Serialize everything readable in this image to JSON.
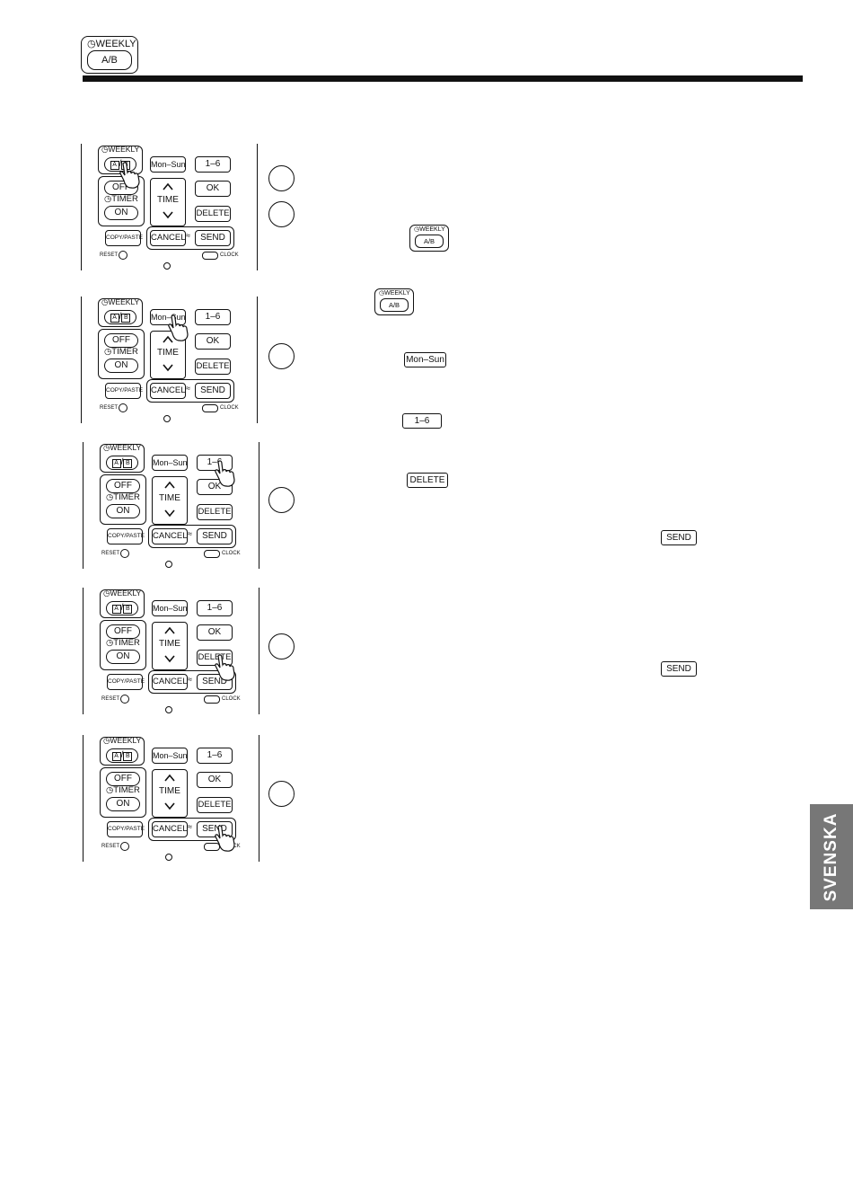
{
  "header": {
    "icon": {
      "label": "WEEKLY",
      "sub": "A/B",
      "glyph": "clock-icon"
    }
  },
  "remote_labels": {
    "weekly": "WEEKLY",
    "ab": "A/B",
    "a": "A",
    "b": "B",
    "mon_sun": "Mon–Sun",
    "one_six": "1–6",
    "off": "OFF",
    "timer": "TIMER",
    "on": "ON",
    "time": "TIME",
    "ok": "OK",
    "delete": "DELETE",
    "copy_paste": "COPY/PASTE",
    "cancel": "CANCEL",
    "send": "SEND",
    "reset": "RESET",
    "clock": "CLOCK"
  },
  "inline_keys": {
    "mon_sun": "Mon–Sun",
    "one_six": "1–6",
    "delete": "DELETE",
    "send": "SEND",
    "weekly": "WEEKLY",
    "ab": "A/B"
  },
  "side_tab": {
    "label": "SVENSKA",
    "color": "#777777"
  }
}
